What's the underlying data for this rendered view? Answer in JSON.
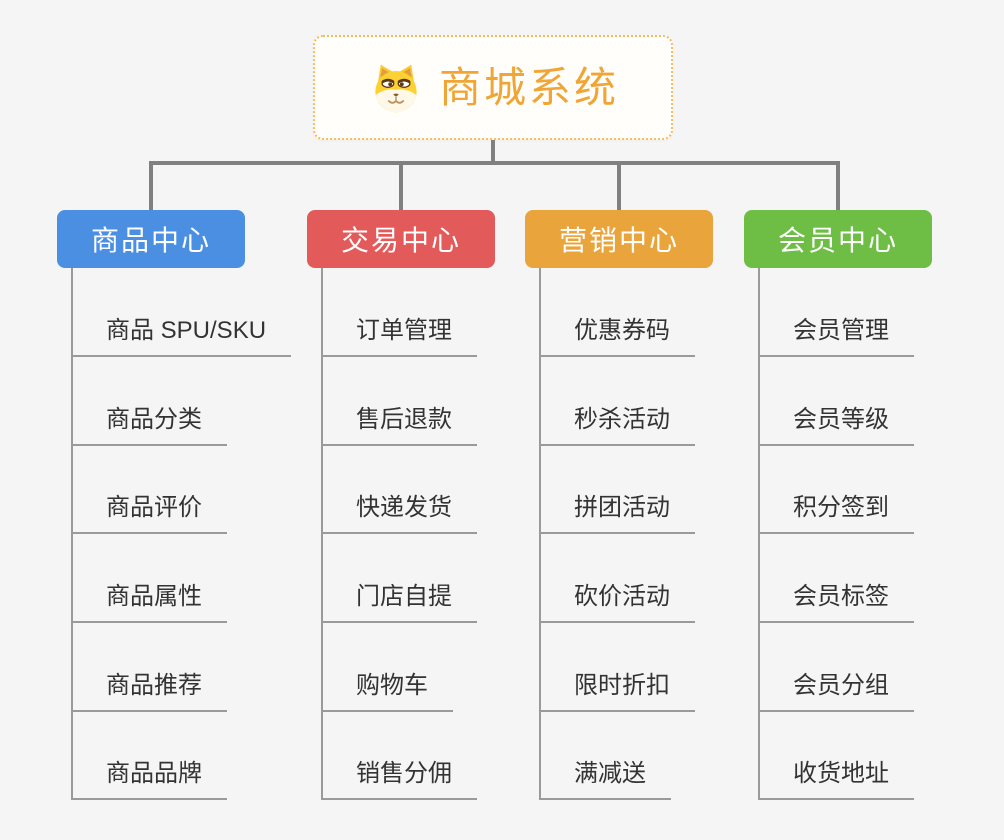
{
  "root": {
    "title": "商城系统",
    "icon": "dog-face-icon"
  },
  "branches": [
    {
      "id": "product-center",
      "label": "商品中心",
      "color": "#4a8fe2",
      "children": [
        "商品 SPU/SKU",
        "商品分类",
        "商品评价",
        "商品属性",
        "商品推荐",
        "商品品牌"
      ]
    },
    {
      "id": "trade-center",
      "label": "交易中心",
      "color": "#e25a5a",
      "children": [
        "订单管理",
        "售后退款",
        "快递发货",
        "门店自提",
        "购物车",
        "销售分佣"
      ]
    },
    {
      "id": "marketing-center",
      "label": "营销中心",
      "color": "#e9a43c",
      "children": [
        "优惠券码",
        "秒杀活动",
        "拼团活动",
        "砍价活动",
        "限时折扣",
        "满减送"
      ]
    },
    {
      "id": "member-center",
      "label": "会员中心",
      "color": "#6ebd45",
      "children": [
        "会员管理",
        "会员等级",
        "积分签到",
        "会员标签",
        "会员分组",
        "收货地址"
      ]
    }
  ],
  "colors": {
    "background": "#f5f5f6",
    "root_text": "#f0a534",
    "root_border": "#f2bd61",
    "connector": "#808080",
    "leaf_line": "#9a9a9a",
    "leaf_text": "#333333"
  }
}
